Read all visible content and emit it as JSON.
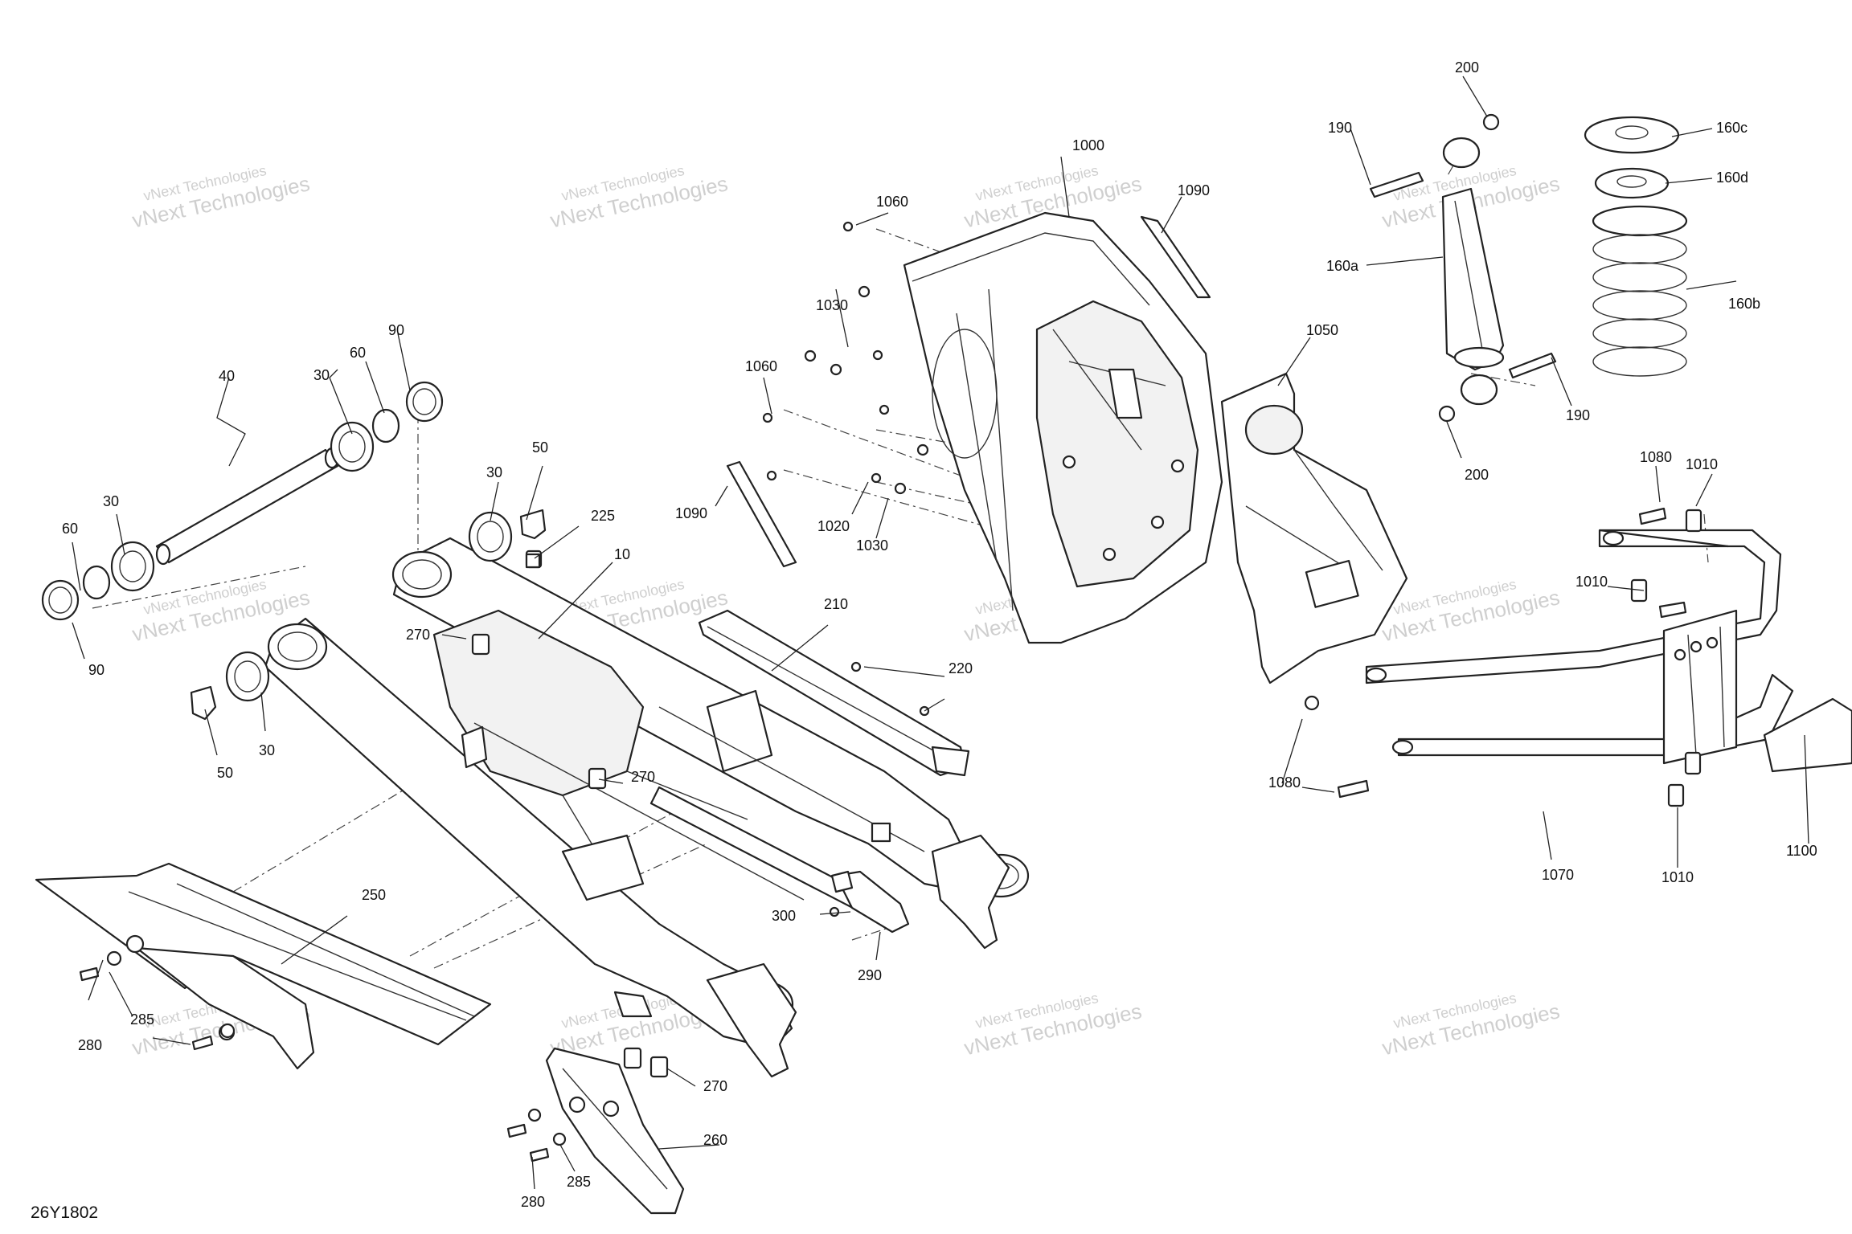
{
  "figure_id": "26Y1802",
  "watermark": {
    "line1": "vNext Technologies",
    "line2": "vNext Technologies"
  },
  "callouts": {
    "c10": "10",
    "c30a": "30",
    "c30b": "30",
    "c30c": "30",
    "c30d": "30",
    "c40": "40",
    "c50a": "50",
    "c50b": "50",
    "c60a": "60",
    "c60b": "60",
    "c90a": "90",
    "c90b": "90",
    "c160a": "160a",
    "c160b": "160b",
    "c160c": "160c",
    "c160d": "160d",
    "c190a": "190",
    "c190b": "190",
    "c200a": "200",
    "c200b": "200",
    "c210": "210",
    "c220": "220",
    "c225": "225",
    "c250": "250",
    "c260": "260",
    "c270a": "270",
    "c270b": "270",
    "c270c": "270",
    "c280a": "280",
    "c280b": "280",
    "c285a": "285",
    "c285b": "285",
    "c290": "290",
    "c300": "300",
    "c1000": "1000",
    "c1010a": "1010",
    "c1010b": "1010",
    "c1010c": "1010",
    "c1020": "1020",
    "c1030a": "1030",
    "c1030b": "1030",
    "c1050": "1050",
    "c1060a": "1060",
    "c1060b": "1060",
    "c1070": "1070",
    "c1080a": "1080",
    "c1080b": "1080",
    "c1090a": "1090",
    "c1090b": "1090",
    "c1100": "1100"
  }
}
